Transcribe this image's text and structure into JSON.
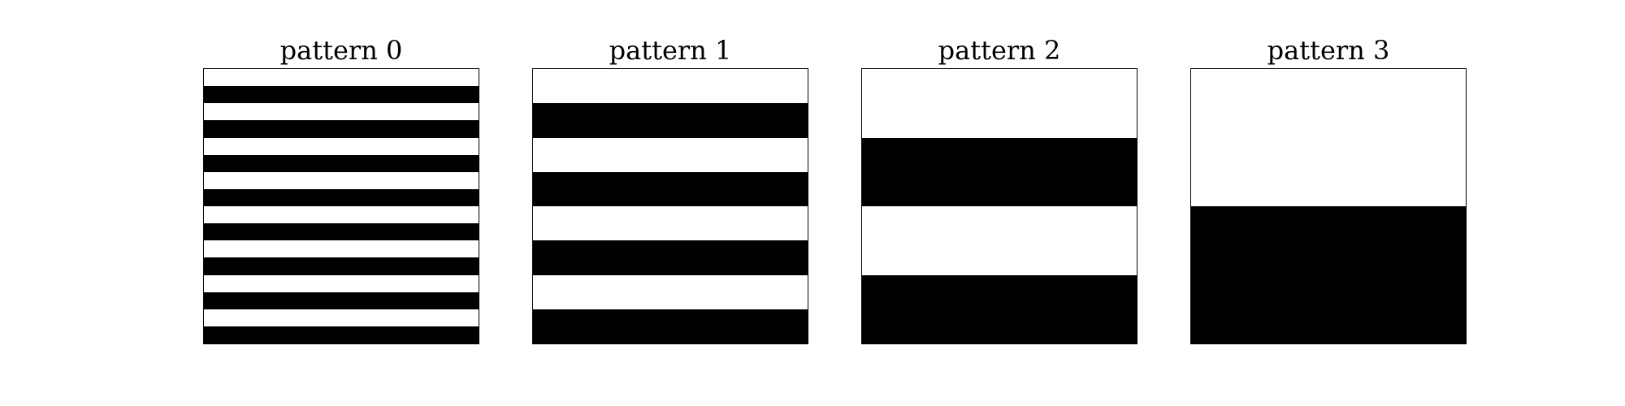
{
  "colors": {
    "background": "#ffffff",
    "stripe_dark": "#000000",
    "stripe_light": "#ffffff",
    "frame": "#000000"
  },
  "panels": [
    {
      "title": "pattern 0",
      "bands": 16,
      "first_band": "white"
    },
    {
      "title": "pattern 1",
      "bands": 8,
      "first_band": "white"
    },
    {
      "title": "pattern 2",
      "bands": 4,
      "first_band": "white"
    },
    {
      "title": "pattern 3",
      "bands": 2,
      "first_band": "white"
    }
  ]
}
